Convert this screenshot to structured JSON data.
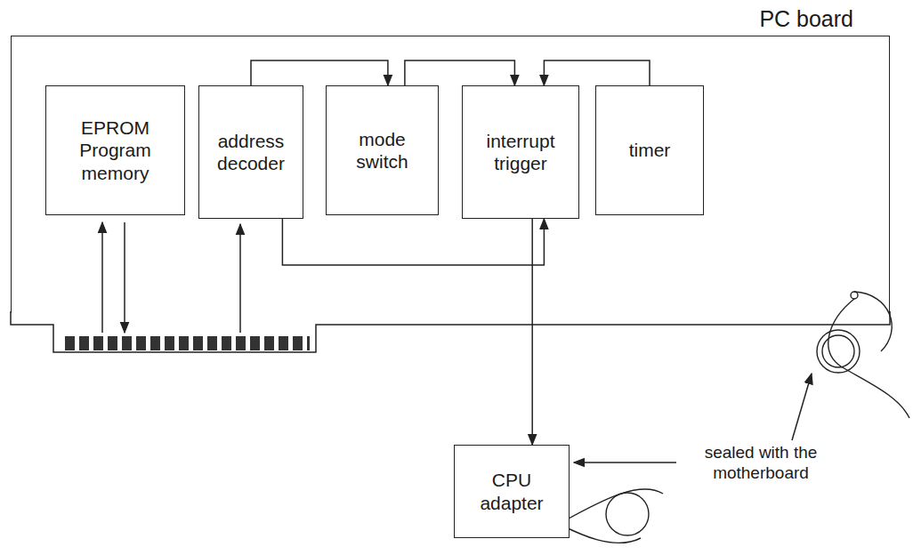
{
  "diagram": {
    "nodes": [
      {
        "text": [
          "PC board"
        ]
      },
      {
        "text": [
          "EPROM Program memory"
        ],
        "in": 0
      },
      {
        "text": [
          "address decoder"
        ],
        "in": 0
      },
      {
        "text": [
          "mode switch"
        ],
        "in": 0
      },
      {
        "text": [
          "interrupt trigger"
        ],
        "in": 0
      },
      {
        "text": [
          "timer"
        ],
        "in": 0
      },
      {
        "text": [
          "CPU adapter"
        ]
      }
    ],
    "edges": [
      {
        "from": 2,
        "to": 3,
        "arrow": "to"
      },
      {
        "from": 3,
        "to": 4,
        "arrow": "to"
      },
      {
        "from": 5,
        "to": 4,
        "arrow": "to"
      },
      {
        "from": 2,
        "to": 4,
        "arrow": "to"
      },
      {
        "from": 4,
        "to": 6,
        "arrow": "to"
      }
    ],
    "labels": [
      "sealed with the motherboard"
    ]
  }
}
